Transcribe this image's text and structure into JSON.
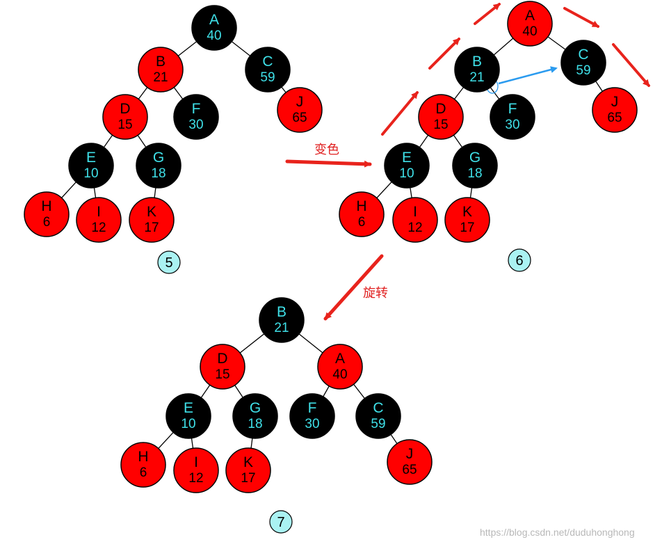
{
  "colors": {
    "red_node": "#ff0000",
    "black_node": "#000000",
    "red_node_text": "#000000",
    "black_node_text": "#3fe0e8",
    "badge_fill": "#aaf2f2",
    "arrow_red": "#e8231c",
    "arrow_blue": "#2b9bef",
    "caption": "#e02020"
  },
  "captions": {
    "recolor": "变色",
    "rotate": "旋转"
  },
  "watermark": "https://blog.csdn.net/duduhonghong",
  "trees": [
    {
      "step": "5",
      "nodes": [
        {
          "id": "A",
          "value": "40",
          "color": "black"
        },
        {
          "id": "B",
          "value": "21",
          "color": "red"
        },
        {
          "id": "C",
          "value": "59",
          "color": "black"
        },
        {
          "id": "D",
          "value": "15",
          "color": "red"
        },
        {
          "id": "F",
          "value": "30",
          "color": "black"
        },
        {
          "id": "J",
          "value": "65",
          "color": "red"
        },
        {
          "id": "E",
          "value": "10",
          "color": "black"
        },
        {
          "id": "G",
          "value": "18",
          "color": "black"
        },
        {
          "id": "H",
          "value": "6",
          "color": "red"
        },
        {
          "id": "I",
          "value": "12",
          "color": "red"
        },
        {
          "id": "K",
          "value": "17",
          "color": "red"
        }
      ],
      "edges": [
        [
          "A",
          "B"
        ],
        [
          "A",
          "C"
        ],
        [
          "B",
          "D"
        ],
        [
          "B",
          "F"
        ],
        [
          "C",
          "J"
        ],
        [
          "D",
          "E"
        ],
        [
          "D",
          "G"
        ],
        [
          "E",
          "H"
        ],
        [
          "E",
          "I"
        ],
        [
          "G",
          "K"
        ]
      ]
    },
    {
      "step": "6",
      "nodes": [
        {
          "id": "A",
          "value": "40",
          "color": "red"
        },
        {
          "id": "B",
          "value": "21",
          "color": "black"
        },
        {
          "id": "C",
          "value": "59",
          "color": "black"
        },
        {
          "id": "D",
          "value": "15",
          "color": "red"
        },
        {
          "id": "F",
          "value": "30",
          "color": "black"
        },
        {
          "id": "J",
          "value": "65",
          "color": "red"
        },
        {
          "id": "E",
          "value": "10",
          "color": "black"
        },
        {
          "id": "G",
          "value": "18",
          "color": "black"
        },
        {
          "id": "H",
          "value": "6",
          "color": "red"
        },
        {
          "id": "I",
          "value": "12",
          "color": "red"
        },
        {
          "id": "K",
          "value": "17",
          "color": "red"
        }
      ],
      "edges": [
        [
          "A",
          "B"
        ],
        [
          "A",
          "C"
        ],
        [
          "B",
          "D"
        ],
        [
          "B",
          "F"
        ],
        [
          "C",
          "J"
        ],
        [
          "D",
          "E"
        ],
        [
          "D",
          "G"
        ],
        [
          "E",
          "H"
        ],
        [
          "E",
          "I"
        ],
        [
          "G",
          "K"
        ]
      ]
    },
    {
      "step": "7",
      "nodes": [
        {
          "id": "B",
          "value": "21",
          "color": "black"
        },
        {
          "id": "D",
          "value": "15",
          "color": "red"
        },
        {
          "id": "A",
          "value": "40",
          "color": "red"
        },
        {
          "id": "E",
          "value": "10",
          "color": "black"
        },
        {
          "id": "G",
          "value": "18",
          "color": "black"
        },
        {
          "id": "F",
          "value": "30",
          "color": "black"
        },
        {
          "id": "C",
          "value": "59",
          "color": "black"
        },
        {
          "id": "H",
          "value": "6",
          "color": "red"
        },
        {
          "id": "I",
          "value": "12",
          "color": "red"
        },
        {
          "id": "K",
          "value": "17",
          "color": "red"
        },
        {
          "id": "J",
          "value": "65",
          "color": "red"
        }
      ],
      "edges": [
        [
          "B",
          "D"
        ],
        [
          "B",
          "A"
        ],
        [
          "D",
          "E"
        ],
        [
          "D",
          "G"
        ],
        [
          "A",
          "F"
        ],
        [
          "A",
          "C"
        ],
        [
          "E",
          "H"
        ],
        [
          "E",
          "I"
        ],
        [
          "G",
          "K"
        ],
        [
          "C",
          "J"
        ]
      ]
    }
  ]
}
